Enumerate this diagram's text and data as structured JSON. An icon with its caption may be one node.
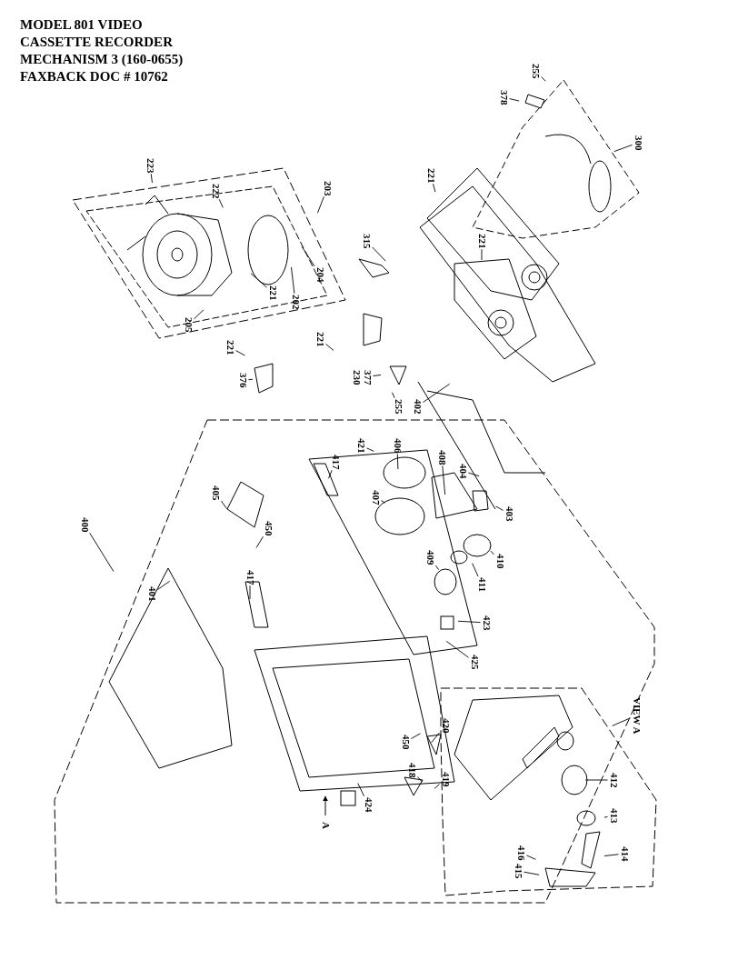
{
  "diagram": {
    "title": "MODEL 801 VIDEO CASSETTE RECORDER MECHANISM 3 (160-0655) FAXBACK DOC # 10762",
    "nodes": [
      {
        "text": [
          "255"
        ]
      },
      {
        "text": [
          "378"
        ]
      },
      {
        "text": [
          "300"
        ]
      },
      {
        "text": [
          "223"
        ]
      },
      {
        "text": [
          "222"
        ]
      },
      {
        "text": [
          "203"
        ]
      },
      {
        "text": [
          "221"
        ]
      },
      {
        "text": [
          "315"
        ]
      },
      {
        "text": [
          "221"
        ]
      },
      {
        "text": [
          "204"
        ]
      },
      {
        "text": [
          "221"
        ]
      },
      {
        "text": [
          "202"
        ]
      },
      {
        "text": [
          "205"
        ]
      },
      {
        "text": [
          "221"
        ]
      },
      {
        "text": [
          "221"
        ]
      },
      {
        "text": [
          "376"
        ]
      },
      {
        "text": [
          "230",
          "377"
        ]
      },
      {
        "text": [
          "255"
        ]
      },
      {
        "text": [
          "402"
        ]
      },
      {
        "text": [
          "400"
        ]
      },
      {
        "text": [
          "421"
        ]
      },
      {
        "text": [
          "417"
        ]
      },
      {
        "text": [
          "406"
        ]
      },
      {
        "text": [
          "408"
        ]
      },
      {
        "text": [
          "404"
        ]
      },
      {
        "text": [
          "405"
        ]
      },
      {
        "text": [
          "407"
        ]
      },
      {
        "text": [
          "403"
        ]
      },
      {
        "text": [
          "450"
        ]
      },
      {
        "text": [
          "410"
        ]
      },
      {
        "text": [
          "409"
        ]
      },
      {
        "text": [
          "417"
        ]
      },
      {
        "text": [
          "401"
        ]
      },
      {
        "text": [
          "411"
        ]
      },
      {
        "text": [
          "423"
        ]
      },
      {
        "text": [
          "425"
        ]
      },
      {
        "text": [
          "VIEW A"
        ]
      },
      {
        "text": [
          "420"
        ]
      },
      {
        "text": [
          "450"
        ]
      },
      {
        "text": [
          "418"
        ]
      },
      {
        "text": [
          "419"
        ]
      },
      {
        "text": [
          "424"
        ]
      },
      {
        "text": [
          "412"
        ]
      },
      {
        "text": [
          "413"
        ]
      },
      {
        "text": [
          "414"
        ]
      },
      {
        "text": [
          "416"
        ]
      },
      {
        "text": [
          "415"
        ]
      }
    ],
    "edges": [
      {
        "from": 0,
        "to": null,
        "arrow": "none"
      },
      {
        "from": 1,
        "to": null,
        "arrow": "none"
      },
      {
        "from": 2,
        "to": null,
        "arrow": "none"
      },
      {
        "from": 3,
        "to": null,
        "arrow": "none"
      },
      {
        "from": 4,
        "to": null,
        "arrow": "none"
      },
      {
        "from": 5,
        "to": null,
        "arrow": "none"
      },
      {
        "from": 6,
        "to": null,
        "arrow": "none"
      },
      {
        "from": 7,
        "to": null,
        "arrow": "none"
      },
      {
        "from": 8,
        "to": null,
        "arrow": "none"
      },
      {
        "from": 9,
        "to": null,
        "arrow": "none"
      },
      {
        "from": 10,
        "to": null,
        "arrow": "none"
      },
      {
        "from": 11,
        "to": null,
        "arrow": "none"
      },
      {
        "from": 12,
        "to": null,
        "arrow": "none"
      },
      {
        "from": 13,
        "to": null,
        "arrow": "none"
      },
      {
        "from": 14,
        "to": null,
        "arrow": "none"
      },
      {
        "from": 15,
        "to": null,
        "arrow": "none"
      },
      {
        "from": 16,
        "to": null,
        "arrow": "none"
      },
      {
        "from": 17,
        "to": null,
        "arrow": "none"
      },
      {
        "from": 18,
        "to": null,
        "arrow": "none"
      },
      {
        "from": 19,
        "to": null,
        "arrow": "none"
      },
      {
        "from": 20,
        "to": null,
        "arrow": "none"
      },
      {
        "from": 21,
        "to": null,
        "arrow": "none"
      },
      {
        "from": 22,
        "to": null,
        "arrow": "none"
      },
      {
        "from": 23,
        "to": null,
        "arrow": "none"
      },
      {
        "from": 24,
        "to": null,
        "arrow": "none"
      },
      {
        "from": 25,
        "to": null,
        "arrow": "none"
      },
      {
        "from": 26,
        "to": null,
        "arrow": "none"
      },
      {
        "from": 27,
        "to": null,
        "arrow": "none"
      },
      {
        "from": 28,
        "to": null,
        "arrow": "none"
      },
      {
        "from": 29,
        "to": null,
        "arrow": "none"
      },
      {
        "from": 30,
        "to": null,
        "arrow": "none"
      },
      {
        "from": 31,
        "to": null,
        "arrow": "none"
      },
      {
        "from": 32,
        "to": null,
        "arrow": "none"
      },
      {
        "from": 33,
        "to": null,
        "arrow": "none"
      },
      {
        "from": 34,
        "to": null,
        "arrow": "none"
      },
      {
        "from": 35,
        "to": null,
        "arrow": "none"
      },
      {
        "from": 36,
        "to": null,
        "arrow": "none"
      },
      {
        "from": 37,
        "to": null,
        "arrow": "none"
      },
      {
        "from": 38,
        "to": null,
        "arrow": "none"
      },
      {
        "from": 39,
        "to": null,
        "arrow": "none"
      },
      {
        "from": 40,
        "to": null,
        "arrow": "none"
      },
      {
        "from": 41,
        "to": null,
        "arrow": "none"
      },
      {
        "from": 42,
        "to": null,
        "arrow": "none"
      },
      {
        "from": 43,
        "to": null,
        "arrow": "none"
      },
      {
        "from": 44,
        "to": null,
        "arrow": "none"
      },
      {
        "from": 45,
        "to": null,
        "arrow": "none"
      },
      {
        "from": 46,
        "to": null,
        "arrow": "none"
      }
    ],
    "labels": [
      "A"
    ]
  }
}
